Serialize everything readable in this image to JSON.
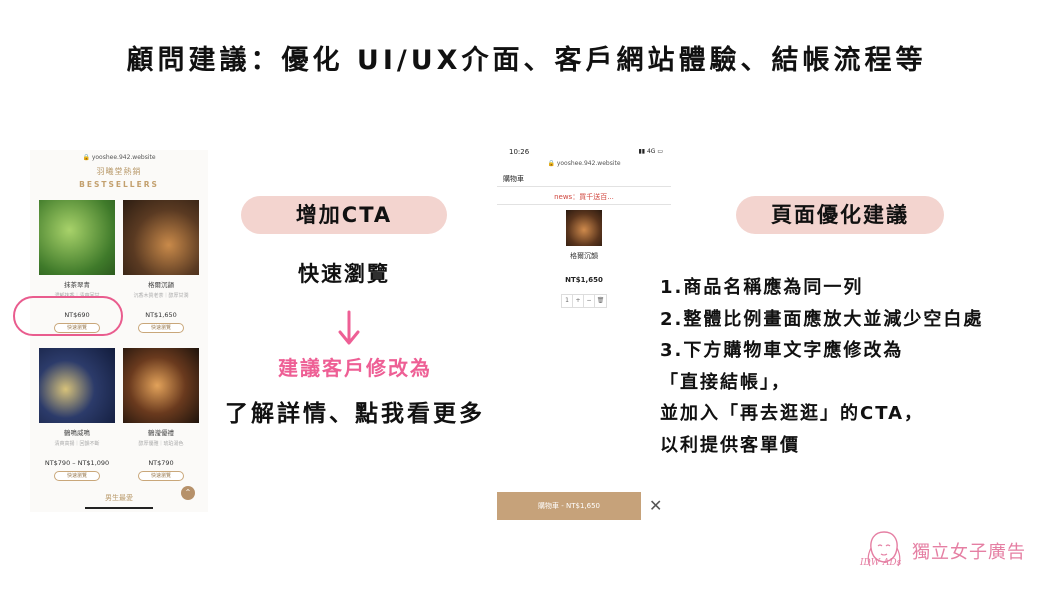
{
  "title": "顧問建議：優化 UI/UX介面、客戶網站體驗、結帳流程等",
  "left_phone": {
    "url": "🔒 yooshee.942.website",
    "brand": "羽曦堂熱銷",
    "section_heading": "BESTSELLERS",
    "products": [
      {
        "name": "抹茶翠青",
        "sub": "濃郁抹香｜清爽回甘",
        "price": "NT$690",
        "button": "快速瀏覽"
      },
      {
        "name": "格爾沉韻",
        "sub": "沉香木質老茶｜醇厚甘潤",
        "price": "NT$1,650",
        "button": "快速瀏覽"
      },
      {
        "name": "鶴鳴威鳴",
        "sub": "清爽高揚｜回韻不斷",
        "price": "NT$790 – NT$1,090",
        "button": "快速瀏覽"
      },
      {
        "name": "鶴瀅優禮",
        "sub": "醇厚優雅｜琥珀湯色",
        "price": "NT$790",
        "button": "快速瀏覽"
      }
    ],
    "bottom_tab": "男生最愛",
    "scroll_up": "⌃"
  },
  "cta_section": {
    "pill_label": "增加CTA",
    "current_label": "快速瀏覽",
    "suggestion": "建議客戶修改為",
    "new_label": "了解詳情、點我看更多"
  },
  "right_phone": {
    "time": "10:26",
    "signal": "▮▮ 4G ▭",
    "url": "🔒 yooshee.942.website",
    "cart_header": "購物車",
    "news": "news：買千送百...",
    "item_name": "格爾沉韻",
    "item_price": "NT$1,650",
    "stepper": [
      "1",
      "+",
      "−",
      "🗑"
    ],
    "checkout_bar": "購物車 - NT$1,650",
    "close": "✕"
  },
  "page_section": {
    "pill_label": "頁面優化建議",
    "lines": [
      "1.商品名稱應為同一列",
      "2.整體比例畫面應放大並減少空白處",
      "3.下方購物車文字應修改為",
      "「直接結帳」，",
      "並加入「再去逛逛」的CTA，",
      "以利提供客單價"
    ]
  },
  "logo": {
    "sub": "IDW ADs",
    "main": "獨立女子廣告"
  },
  "colors": {
    "pill_bg": "#f3d4cf",
    "accent_pink": "#ee5f95",
    "gold": "#c6a27a"
  }
}
